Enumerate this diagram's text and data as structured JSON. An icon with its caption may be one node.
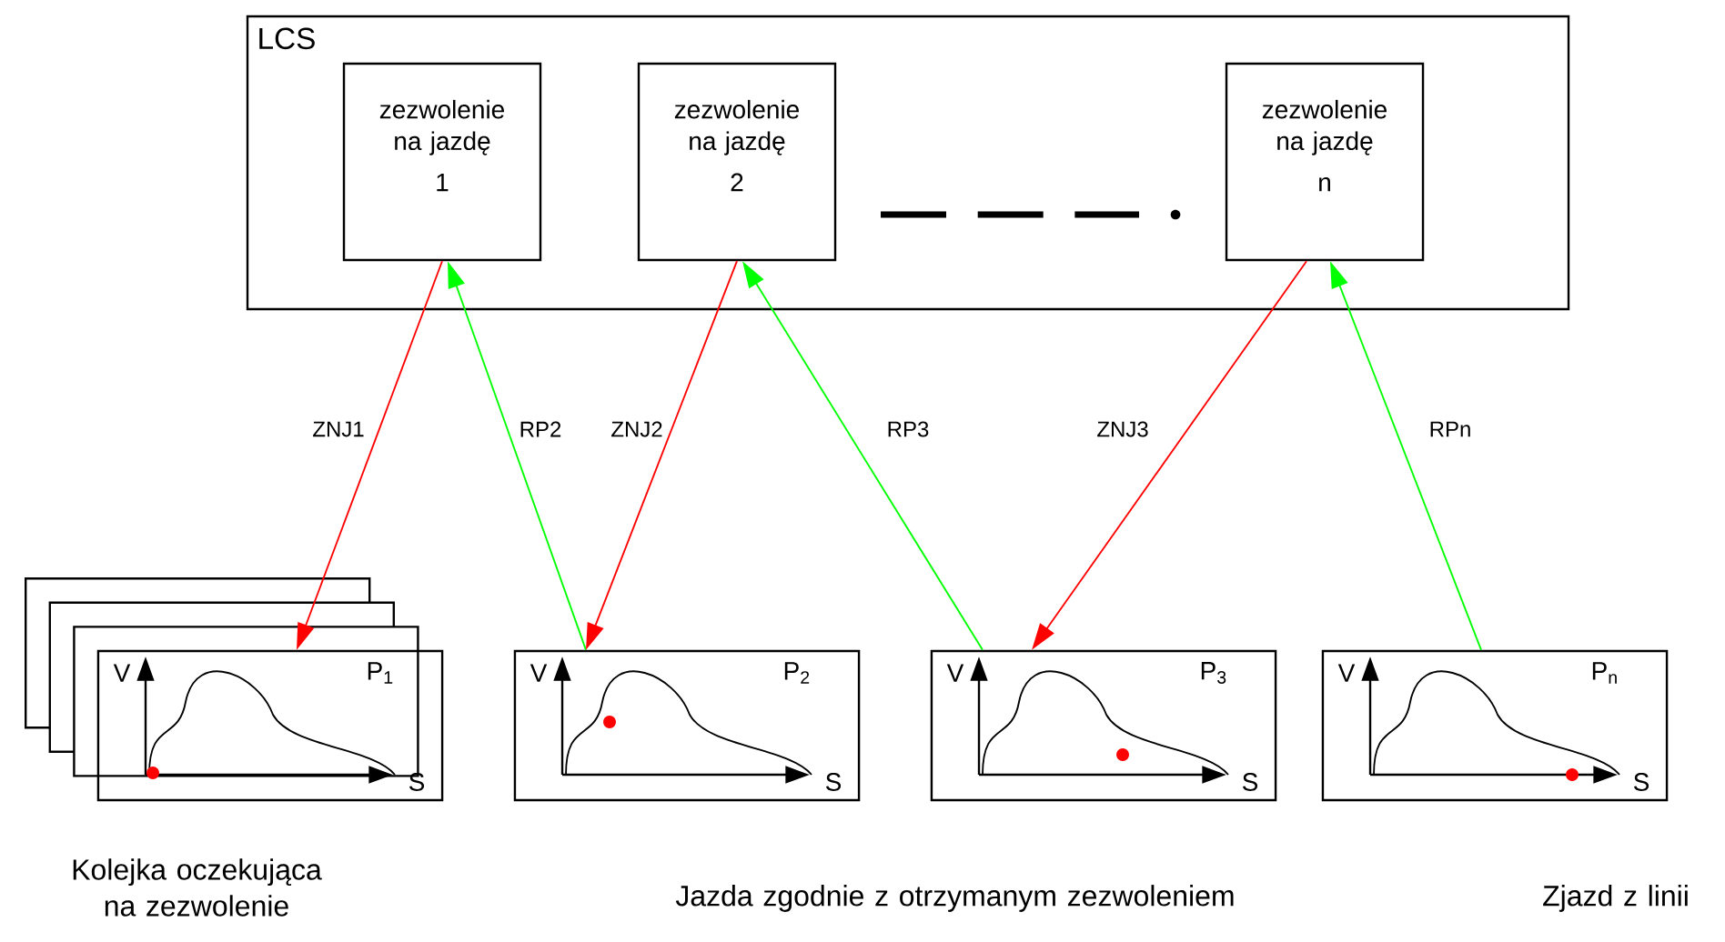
{
  "diagram": {
    "nodes": [
      {
        "text": [
          "LCS"
        ]
      },
      {
        "text": [
          "zezwolenie na jazdę",
          "1"
        ],
        "in": 0
      },
      {
        "text": [
          "zezwolenie na jazdę",
          "2"
        ],
        "in": 0
      },
      {
        "text": [
          "zezwolenie na jazdę",
          "n"
        ],
        "in": 0
      },
      {
        "text": [
          "V",
          "P$_{1}$",
          "S"
        ]
      },
      {
        "text": [
          "V",
          "P$_{2}$",
          "S"
        ]
      },
      {
        "text": [
          "V",
          "P$_{3}$",
          "S"
        ]
      },
      {
        "text": [
          "V",
          "P$_{n}$",
          "S"
        ]
      }
    ],
    "edges": [
      {
        "from": 1,
        "to": 4,
        "arrow": "to",
        "label": "ZNJ1",
        "color": "#ff0000"
      },
      {
        "from": 5,
        "to": 1,
        "arrow": "to",
        "label": "RP2",
        "color": "#00ff00"
      },
      {
        "from": 2,
        "to": 5,
        "arrow": "to",
        "label": "ZNJ2",
        "color": "#ff0000"
      },
      {
        "from": 6,
        "to": 2,
        "arrow": "to",
        "label": "RP3",
        "color": "#00ff00"
      },
      {
        "from": 3,
        "to": 6,
        "arrow": "to",
        "label": "ZNJ3",
        "color": "#ff0000"
      },
      {
        "from": 7,
        "to": 3,
        "arrow": "to",
        "label": "RPn",
        "color": "#00ff00"
      }
    ],
    "labels": [
      "Kolejka oczekująca na zezwolenie",
      "Jazda zgodnie z otrzymanym zezwoleniem",
      "Zjazd z linii"
    ]
  }
}
